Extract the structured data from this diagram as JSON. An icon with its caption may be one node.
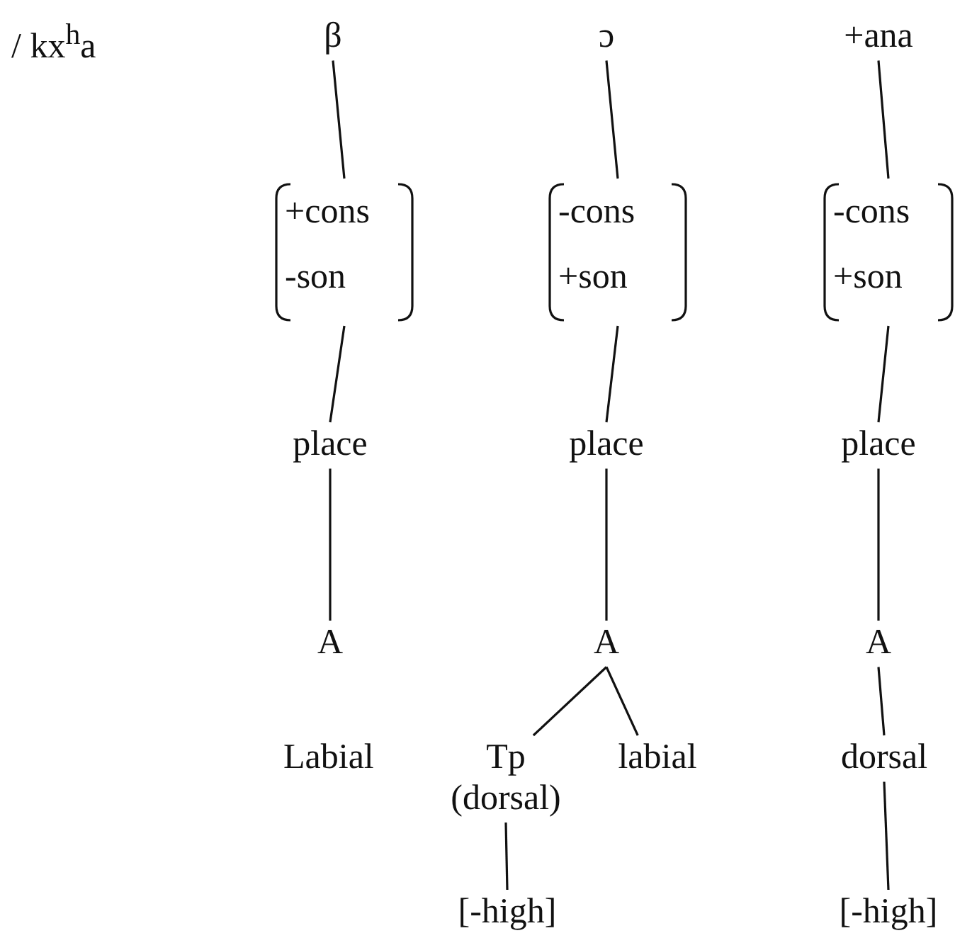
{
  "diagram": {
    "nodes": [
      {
        "text": [
          "β"
        ]
      },
      {
        "text": [
          "ɔ"
        ]
      },
      {
        "text": [
          "+ana"
        ]
      },
      {
        "text": [
          "+cons",
          "-son"
        ]
      },
      {
        "text": [
          "-cons",
          "+son"
        ]
      },
      {
        "text": [
          "-cons",
          "+son"
        ]
      },
      {
        "text": [
          "place"
        ]
      },
      {
        "text": [
          "place"
        ]
      },
      {
        "text": [
          "place"
        ]
      },
      {
        "text": [
          "A"
        ]
      },
      {
        "text": [
          "A"
        ]
      },
      {
        "text": [
          "A"
        ]
      },
      {
        "text": [
          "Tp",
          "(dorsal)"
        ]
      },
      {
        "text": [
          "labial"
        ]
      },
      {
        "text": [
          "dorsal"
        ]
      },
      {
        "text": [
          "[-high]"
        ]
      },
      {
        "text": [
          "[-high]"
        ]
      }
    ],
    "edges": [
      {
        "from": 0,
        "to": 3,
        "arrow": "none"
      },
      {
        "from": 1,
        "to": 4,
        "arrow": "none"
      },
      {
        "from": 2,
        "to": 5,
        "arrow": "none"
      },
      {
        "from": 3,
        "to": 6,
        "arrow": "none"
      },
      {
        "from": 4,
        "to": 7,
        "arrow": "none"
      },
      {
        "from": 5,
        "to": 8,
        "arrow": "none"
      },
      {
        "from": 6,
        "to": 9,
        "arrow": "none"
      },
      {
        "from": 7,
        "to": 10,
        "arrow": "none"
      },
      {
        "from": 8,
        "to": 11,
        "arrow": "none"
      },
      {
        "from": 10,
        "to": 12,
        "arrow": "none"
      },
      {
        "from": 10,
        "to": 13,
        "arrow": "none"
      },
      {
        "from": 11,
        "to": 14,
        "arrow": "none"
      },
      {
        "from": 12,
        "to": 15,
        "arrow": "none"
      },
      {
        "from": 14,
        "to": 16,
        "arrow": "none"
      }
    ],
    "labels": [
      "/ kx$^{h}$a",
      "Labial"
    ]
  }
}
